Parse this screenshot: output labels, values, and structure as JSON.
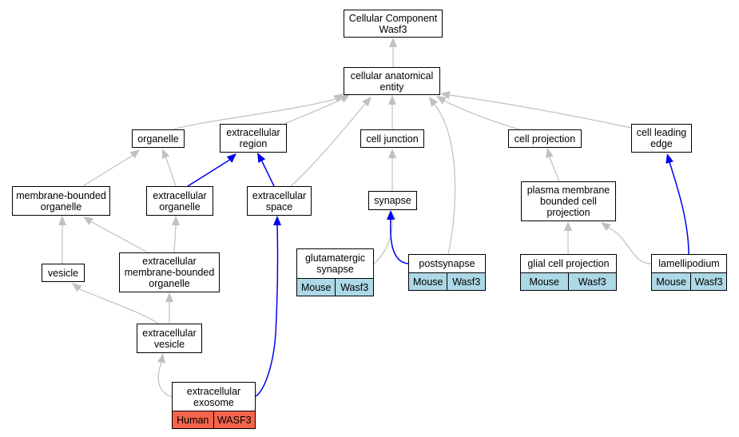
{
  "colors": {
    "edge_default": "#c0c0c0",
    "edge_highlight": "#0000ee",
    "annotation_mouse": "#add8e6",
    "annotation_human": "#f4644b"
  },
  "nodes": {
    "root": "Cellular Component\nWasf3",
    "cae": "cellular anatomical\nentity",
    "organelle": "organelle",
    "ecregion": "extracellular\nregion",
    "celljunction": "cell junction",
    "cellproj": "cell projection",
    "leadingedge": "cell leading\nedge",
    "mbo": "membrane-bounded\norganelle",
    "ecorganelle": "extracellular\norganelle",
    "ecspace": "extracellular\nspace",
    "synapse": "synapse",
    "pmbcp": "plasma membrane\nbounded cell\nprojection",
    "vesicle": "vesicle",
    "ecmbo": "extracellular\nmembrane-bounded\norganelle",
    "glutsyn": "glutamatergic\nsynapse",
    "postsyn": "postsynapse",
    "glialproj": "glial cell projection",
    "lamelli": "lamellipodium",
    "ecvesicle": "extracellular\nvesicle",
    "exosome": "extracellular\nexosome"
  },
  "annotations": {
    "glutsyn": {
      "species": "Mouse",
      "gene": "Wasf3"
    },
    "postsyn": {
      "species": "Mouse",
      "gene": "Wasf3"
    },
    "glialproj": {
      "species": "Mouse",
      "gene": "Wasf3"
    },
    "lamelli": {
      "species": "Mouse",
      "gene": "Wasf3"
    },
    "exosome": {
      "species": "Human",
      "gene": "WASF3"
    }
  }
}
